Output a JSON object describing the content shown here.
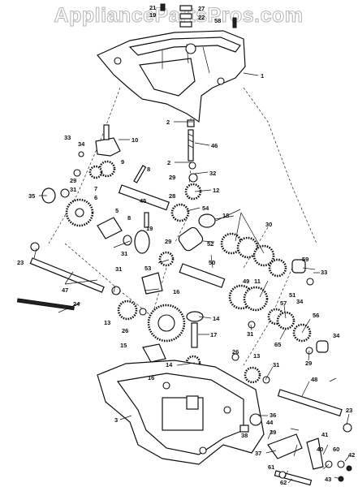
{
  "watermark": "AppliancePartsPros.com",
  "labels": [
    "21",
    "19",
    "27",
    "22",
    "58",
    "1",
    "2",
    "46",
    "10",
    "33",
    "34",
    "9",
    "8",
    "2",
    "32",
    "29",
    "7",
    "29",
    "12",
    "28",
    "6",
    "45",
    "35",
    "31",
    "5",
    "8",
    "54",
    "18",
    "30",
    "19",
    "29",
    "52",
    "31",
    "50",
    "53",
    "59",
    "33",
    "23",
    "31",
    "16",
    "47",
    "49",
    "11",
    "51",
    "34",
    "24",
    "14",
    "57",
    "56",
    "13",
    "26",
    "15",
    "17",
    "31",
    "34",
    "14",
    "29",
    "65",
    "26",
    "13",
    "31",
    "16",
    "48",
    "3",
    "36",
    "23",
    "44",
    "38",
    "39",
    "41",
    "37",
    "40",
    "60",
    "42",
    "61",
    "62",
    "43"
  ]
}
